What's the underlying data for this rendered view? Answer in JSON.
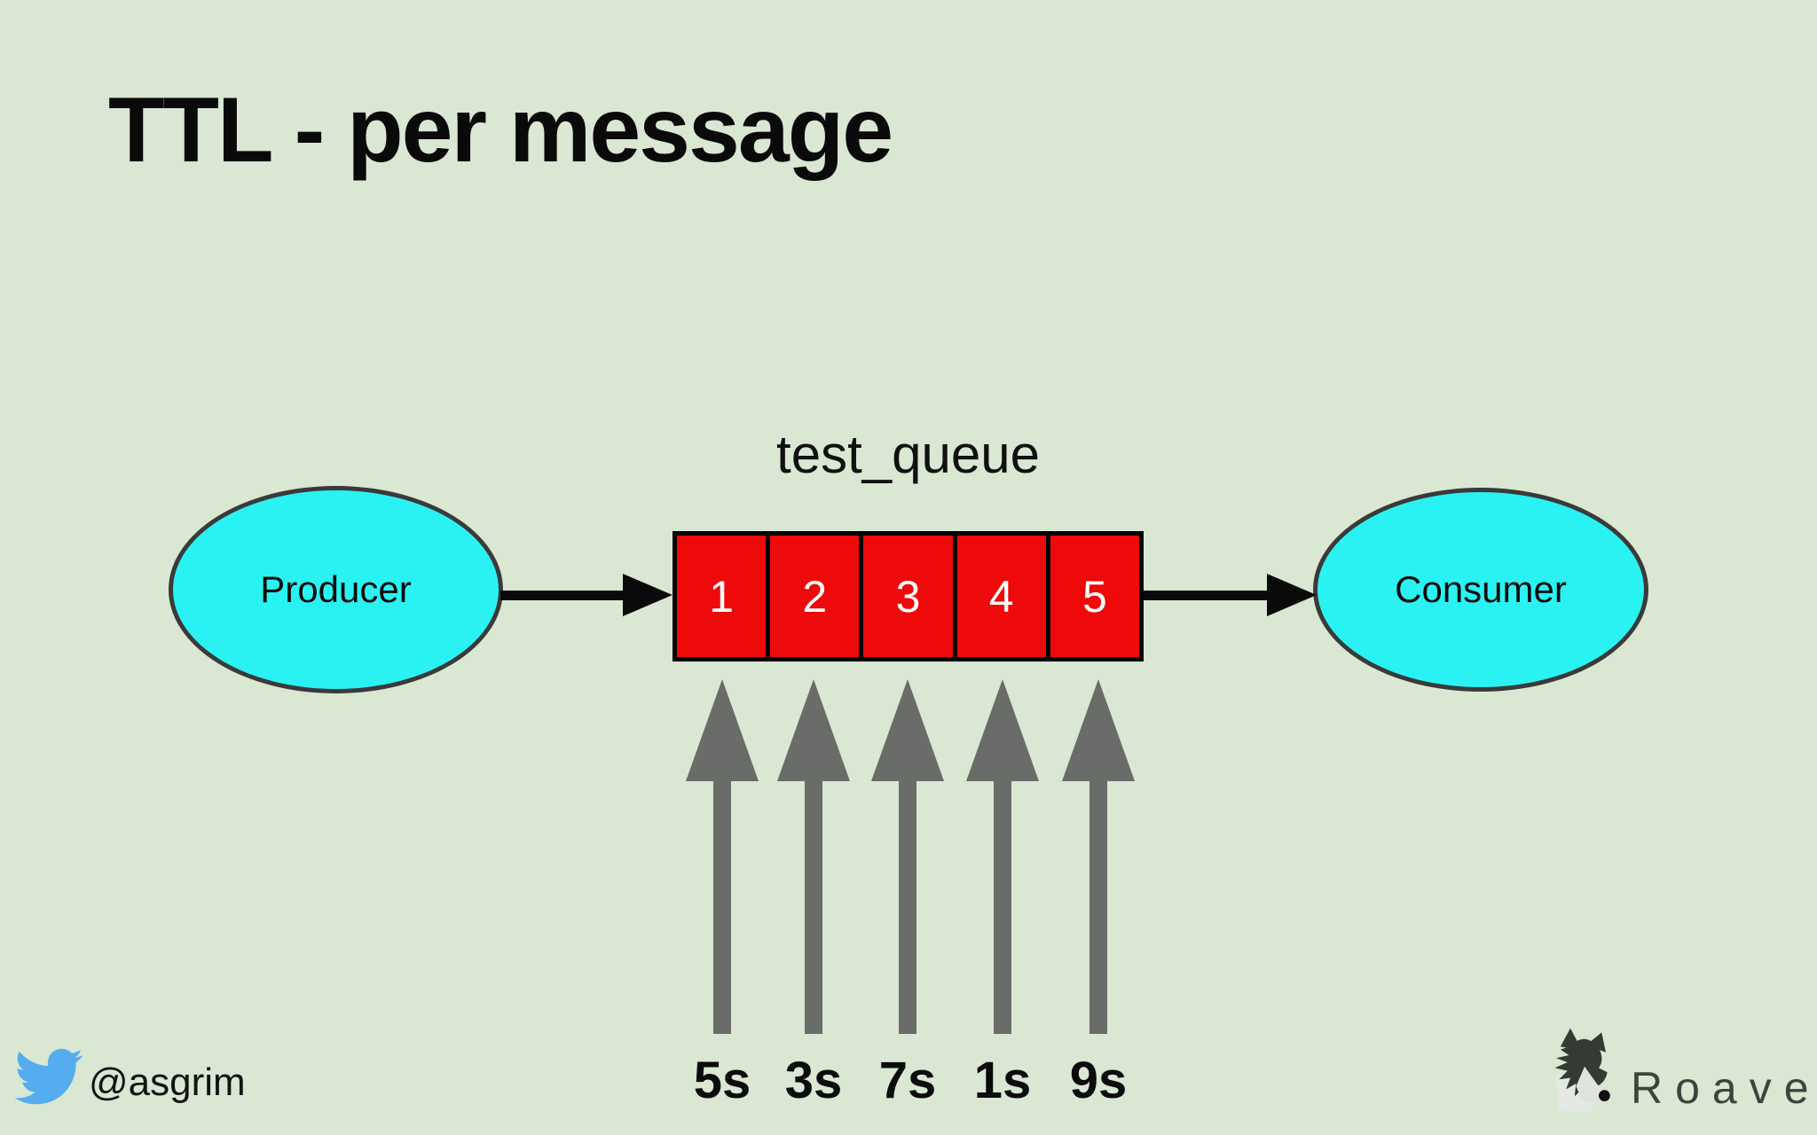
{
  "slide": {
    "title": "TTL - per message",
    "background_color": "#d9e7d3"
  },
  "diagram": {
    "queue_label": "test_queue",
    "producer_label": "Producer",
    "consumer_label": "Consumer",
    "queue_cells": [
      "1",
      "2",
      "3",
      "4",
      "5"
    ],
    "ttl_labels": [
      "5s",
      "3s",
      "7s",
      "1s",
      "9s"
    ],
    "colors": {
      "node_fill": "#2bf2f2",
      "node_border": "#3a3a3a",
      "cell_fill": "#ee0a0a",
      "cell_border": "#000000",
      "cell_text": "#ffffff",
      "flow_arrow": "#0a0a0a",
      "ttl_arrow": "#696c68"
    }
  },
  "footer": {
    "twitter_handle": "@asgrim",
    "twitter_icon_color": "#55acee",
    "brand": "Roave",
    "brand_color": "#3c443e"
  }
}
